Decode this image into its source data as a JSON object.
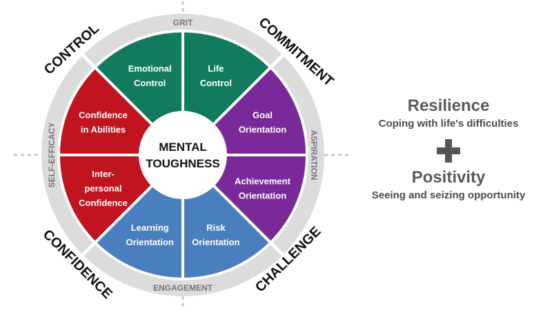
{
  "center": {
    "line1": "MENTAL",
    "line2": "TOUGHNESS"
  },
  "segments": [
    {
      "id": "life-control",
      "lines": [
        "Life",
        "Control"
      ],
      "color": "#127a5e"
    },
    {
      "id": "goal-orientation",
      "lines": [
        "Goal",
        "Orientation"
      ],
      "color": "#7a2a98"
    },
    {
      "id": "achievement-orientation",
      "lines": [
        "Achievement",
        "Orientation"
      ],
      "color": "#7a2a98"
    },
    {
      "id": "risk-orientation",
      "lines": [
        "Risk",
        "Orientation"
      ],
      "color": "#4a7fbf"
    },
    {
      "id": "learning-orientation",
      "lines": [
        "Learning",
        "Orientation"
      ],
      "color": "#4a7fbf"
    },
    {
      "id": "interpersonal-confidence",
      "lines": [
        "Inter-",
        "personal",
        "Confidence"
      ],
      "color": "#c0141e"
    },
    {
      "id": "confidence-in-abilities",
      "lines": [
        "Confidence",
        "in Abilities"
      ],
      "color": "#c0141e"
    },
    {
      "id": "emotional-control",
      "lines": [
        "Emotional",
        "Control"
      ],
      "color": "#127a5e"
    }
  ],
  "ring_labels": {
    "top": "GRIT",
    "right": "ASPIRATION",
    "bottom": "ENGAGEMENT",
    "left": "SELF-EFFICACY"
  },
  "corner_labels": {
    "top_left": "CONTROL",
    "top_right": "COMMITMENT",
    "bottom_right": "CHALLENGE",
    "bottom_left": "CONFIDENCE"
  },
  "side": {
    "resilience_title": "Resilience",
    "resilience_sub": "Coping with life's difficulties",
    "positivity_title": "Positivity",
    "positivity_sub": "Seeing and seizing opportunity"
  },
  "colors": {
    "ring": "#dcdcdc",
    "ring_text": "#777777",
    "corner_text": "#111111",
    "side_title": "#5a5a5a",
    "plus": "#555555"
  }
}
